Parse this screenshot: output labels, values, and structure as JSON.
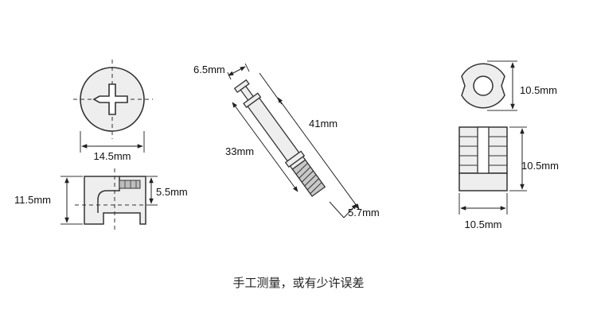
{
  "dimensions": {
    "cam_diameter": "14.5mm",
    "cam_height": "11.5mm",
    "cam_slot": "5.5mm",
    "bolt_head": "6.5mm",
    "bolt_total": "41mm",
    "bolt_body": "33mm",
    "bolt_thread": "5.7mm",
    "insert_diameter": "10.5mm",
    "insert_height": "10.5mm",
    "insert_width": "10.5mm"
  },
  "note": "手工测量，或有少许误差",
  "colors": {
    "line": "#333333",
    "fill": "#eeeeee",
    "dark": "#999999"
  }
}
